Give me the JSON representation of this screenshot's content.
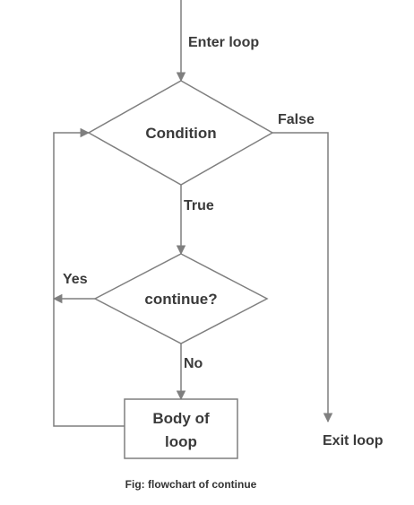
{
  "diagram": {
    "type": "flowchart",
    "nodes": {
      "condition": {
        "label": "Condition",
        "shape": "diamond"
      },
      "continue": {
        "label": "continue?",
        "shape": "diamond"
      },
      "body": {
        "label_line1": "Body of",
        "label_line2": "loop",
        "shape": "rectangle"
      }
    },
    "edges": {
      "enter": {
        "label": "Enter loop"
      },
      "false": {
        "label": "False"
      },
      "true": {
        "label": "True"
      },
      "yes": {
        "label": "Yes"
      },
      "no": {
        "label": "No"
      },
      "exit": {
        "label": "Exit loop"
      }
    },
    "caption": "Fig: flowchart of continue"
  },
  "colors": {
    "stroke": "#7f7f7f",
    "text": "#3a3a3a",
    "background": "#ffffff"
  }
}
